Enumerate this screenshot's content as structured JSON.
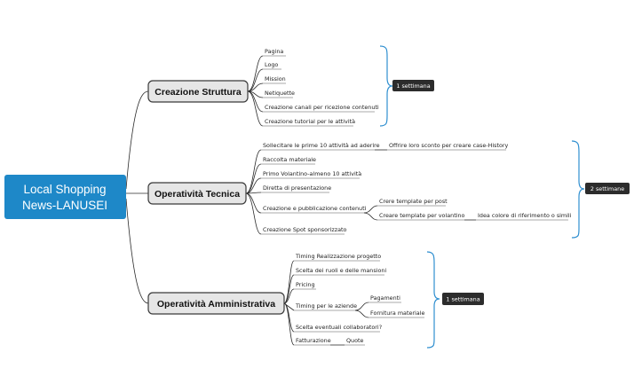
{
  "central": {
    "line1": "Local Shopping",
    "line2": "News-LANUSEI"
  },
  "branches": [
    {
      "title": "Creazione Struttura",
      "items": [
        "Pagina",
        "Logo",
        "Mission",
        "Netiquette",
        "Creazione canali per ricezione contenuti",
        "Creazione tutorial per le attività"
      ],
      "summary": "1 settimana"
    },
    {
      "title": "Operatività Tecnica",
      "items": [
        "Sollecitare le prime 10 attività ad aderire",
        "Raccolta materiale",
        "Primo Volantino-almeno 10 attività",
        "Diretta di presentazione",
        "Creazione e pubblicazione contenuti",
        "Creazione Spot sponsorizzato"
      ],
      "subitems": [
        "Offrire loro sconto per creare case-History",
        "Crere template per post",
        "Creare template per volantino",
        "Idea colore di riferimento o simili"
      ],
      "summary": "2 settimane"
    },
    {
      "title": "Operatività Amministrativa",
      "items": [
        "Timing Realizzazione progetto",
        "Scelta dei ruoli e delle mansioni",
        "Pricing",
        "Timing per le aziende",
        "Scelta eventuali collaboratori?",
        "Fatturazione"
      ],
      "subitems": [
        "Pagamenti",
        "Fornitura materiale",
        "Quote"
      ],
      "summary": "1 settimana"
    }
  ]
}
